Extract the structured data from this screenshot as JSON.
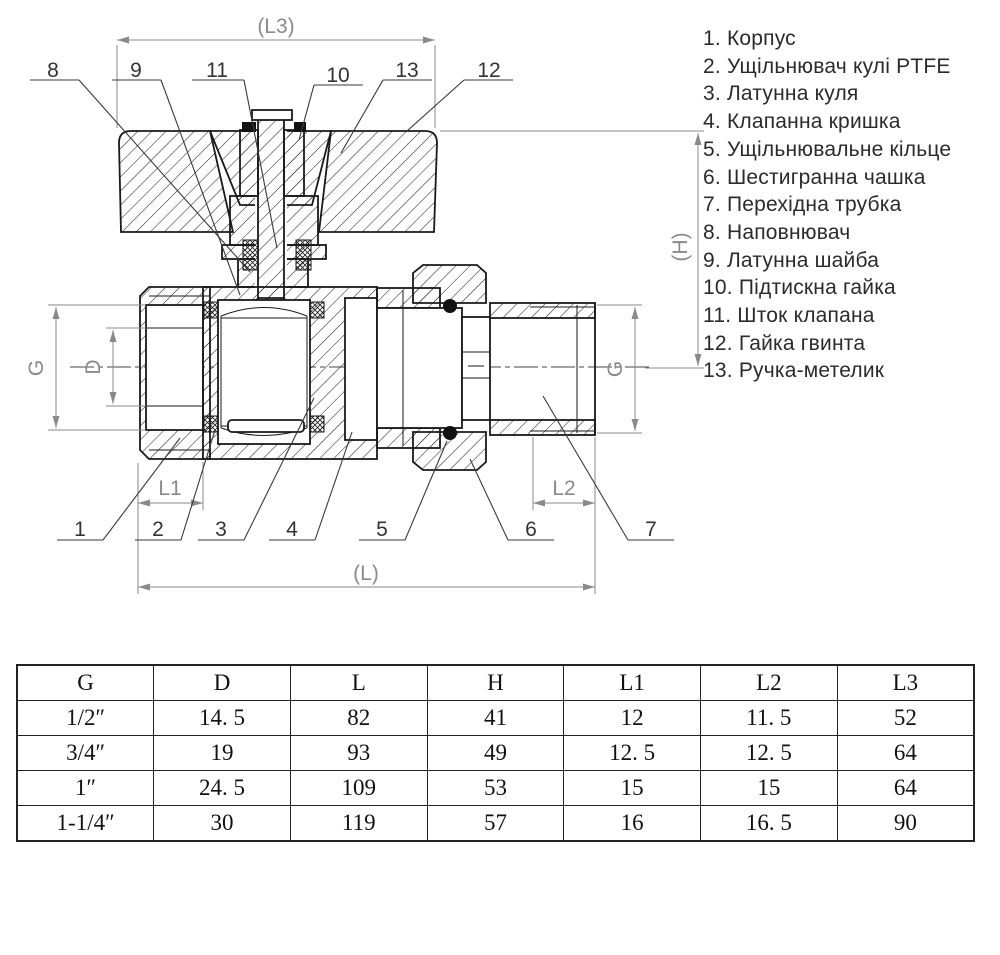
{
  "drawing": {
    "dim_labels": {
      "L3": "(L3)",
      "H": "(H)",
      "G_left": "G",
      "D": "D",
      "G_right": "G",
      "L1": "L1",
      "L2": "L2",
      "L": "(L)"
    },
    "callouts_top": [
      "8",
      "9",
      "11",
      "10",
      "13",
      "12"
    ],
    "callouts_bottom": [
      "1",
      "2",
      "3",
      "4",
      "5",
      "6",
      "7"
    ]
  },
  "parts_list": {
    "items": [
      "1. Корпус",
      "2. Ущільнювач кулі PTFE",
      "3. Латунна куля",
      "4. Клапанна кришка",
      "5. Ущільнювальне кільце",
      "6. Шестигранна чашка",
      "7. Перехідна трубка",
      "8. Наповнювач",
      "9. Латунна шайба",
      "10. Підтискна гайка",
      "11. Шток клапана",
      "12. Гайка гвинта",
      "13. Ручка-метелик"
    ]
  },
  "table": {
    "headers": [
      "G",
      "D",
      "L",
      "H",
      "L1",
      "L2",
      "L3"
    ],
    "rows": [
      [
        "1/2″",
        "14. 5",
        "82",
        "41",
        "12",
        "11. 5",
        "52"
      ],
      [
        "3/4″",
        "19",
        "93",
        "49",
        "12. 5",
        "12. 5",
        "64"
      ],
      [
        "1″",
        "24. 5",
        "109",
        "53",
        "15",
        "15",
        "64"
      ],
      [
        "1-1/4″",
        "30",
        "119",
        "57",
        "16",
        "16. 5",
        "90"
      ]
    ]
  },
  "colors": {
    "outline": "#1a1a1a",
    "dimension": "#8a8a8a",
    "callout": "#333333"
  }
}
